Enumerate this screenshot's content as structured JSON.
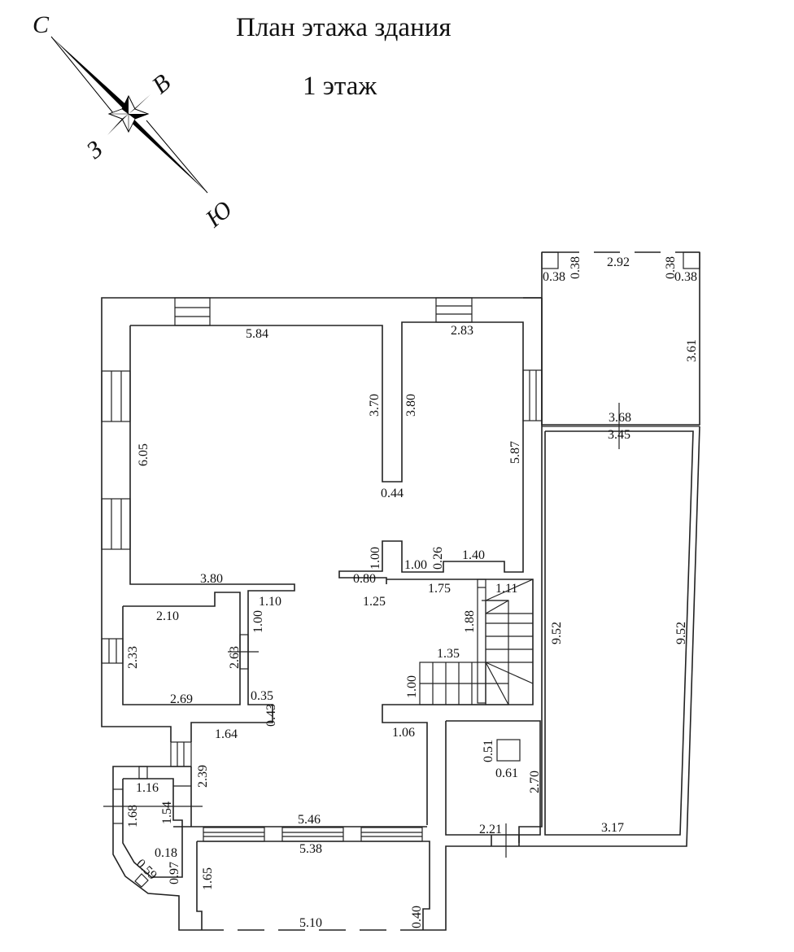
{
  "header": {
    "title": "План этажа здания",
    "floor": "1 этаж"
  },
  "compass": {
    "north": "С",
    "east": "В",
    "west": "З",
    "south": "Ю"
  },
  "dimensions": {
    "annex_top_left_sq": "0.38",
    "annex_top_left_sq_v": "0.38",
    "annex_top_width": "2.92",
    "annex_top_right_sq_v": "0.38",
    "annex_top_right_sq": "0.38",
    "annex_height": "3.61",
    "annex_bottom_outer": "3.68",
    "annex_bottom_inner": "3.45",
    "main_room_width": "5.84",
    "main_room_height": "6.05",
    "main_room_bottom": "3.80",
    "partition_left": "3.70",
    "partition_right": "3.80",
    "partition_width": "0.44",
    "ne_room_width": "2.83",
    "ne_room_height": "5.87",
    "step_v": "1.00",
    "step_h1": "1.00",
    "step_026": "0.26",
    "step_140": "1.40",
    "step_080": "0.80",
    "step_125": "1.25",
    "step_175": "1.75",
    "stair_111": "1.11",
    "stair_188": "1.88",
    "stair_135": "1.35",
    "stair_100": "1.00",
    "garage_left": "9.52",
    "garage_right": "9.52",
    "garage_bottom": "3.17",
    "small_room_top": "2.10",
    "small_room_left": "2.33",
    "small_room_right": "2.63",
    "small_room_bottom": "2.69",
    "corr_110": "1.10",
    "corr_100": "1.00",
    "corr_035": "0.35",
    "corr_043": "0.43",
    "hall_164": "1.64",
    "hall_106": "1.06",
    "hall_239": "2.39",
    "hall_546": "5.46",
    "bay_116": "1.16",
    "bay_168": "1.68",
    "bay_154": "1.54",
    "bay_018": "0.18",
    "bay_097": "0.97",
    "bay_059": "0.59",
    "terrace_538": "5.38",
    "terrace_165": "1.65",
    "terrace_510": "5.10",
    "terrace_040": "0.40",
    "boiler_051": "0.51",
    "boiler_061": "0.61",
    "boiler_270": "2.70",
    "boiler_221": "2.21"
  }
}
